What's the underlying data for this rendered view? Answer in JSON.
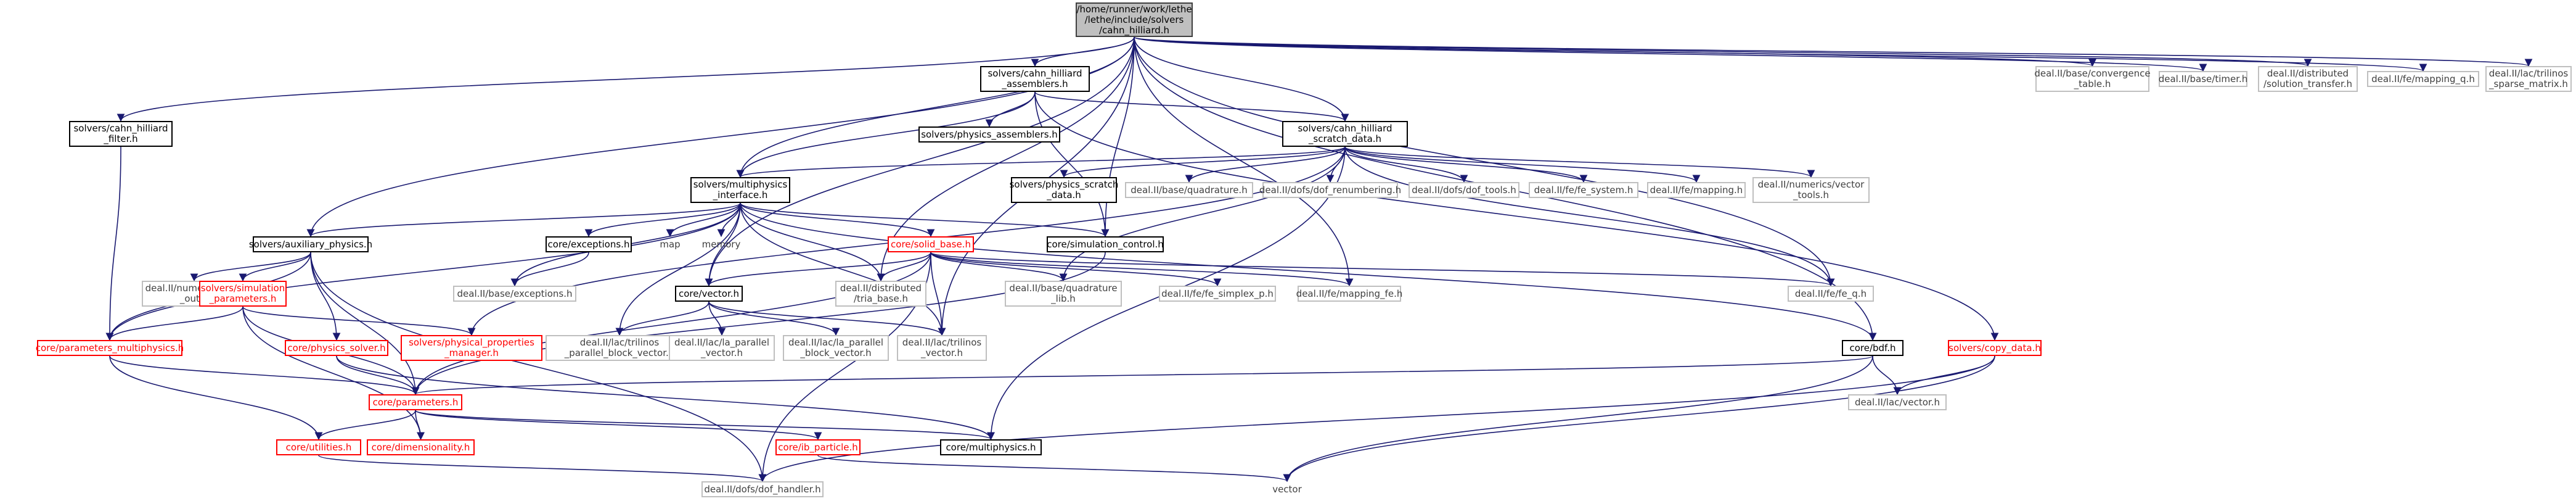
{
  "colors": {
    "edge": "#191970",
    "edge_grey": "#63b8ff",
    "node_border_link": "#000000",
    "node_border_unlinked": "#ff0000",
    "node_border_external": "#bfbfbf",
    "root_fill": "#bfbfbf"
  },
  "nodes": {
    "root": "/home/runner/work/lethe\n/lethe/include/solvers\n/cahn_hilliard.h",
    "ch_filter": "solvers/cahn_hilliard\n_filter.h",
    "ch_assemblers": "solvers/cahn_hilliard\n_assemblers.h",
    "ch_scratch": "solvers/cahn_hilliard\n_scratch_data.h",
    "physics_assemblers": "solvers/physics_assemblers.h",
    "convergence_table": "deal.II/base/convergence\n_table.h",
    "timer": "deal.II/base/timer.h",
    "solution_transfer": "deal.II/distributed\n/solution_transfer.h",
    "mapping_q": "deal.II/fe/mapping_q.h",
    "sparse_matrix": "deal.II/lac/trilinos\n_sparse_matrix.h",
    "multiphysics_interface": "solvers/multiphysics\n_interface.h",
    "physics_scratch": "solvers/physics_scratch\n_data.h",
    "quadrature": "deal.II/base/quadrature.h",
    "dof_renumbering": "deal.II/dofs/dof_renumbering.h",
    "dof_tools": "deal.II/dofs/dof_tools.h",
    "fe_system": "deal.II/fe/fe_system.h",
    "mapping": "deal.II/fe/mapping.h",
    "vector_tools": "deal.II/numerics/vector\n_tools.h",
    "auxiliary_physics": "solvers/auxiliary_physics.h",
    "exceptions": "core/exceptions.h",
    "map": "map",
    "memory": "memory",
    "solid_base": "core/solid_base.h",
    "simulation_control": "core/simulation_control.h",
    "data_out": "deal.II/numerics/data\n_out.h",
    "simulation_parameters": "solvers/simulation\n_parameters.h",
    "base_exceptions": "deal.II/base/exceptions.h",
    "core_vector": "core/vector.h",
    "tria_base": "deal.II/distributed\n/tria_base.h",
    "quadrature_lib": "deal.II/base/quadrature\n_lib.h",
    "fe_simplex_p": "deal.II/fe/fe_simplex_p.h",
    "mapping_fe": "deal.II/fe/mapping_fe.h",
    "fe_q": "deal.II/fe/fe_q.h",
    "copy_data": "solvers/copy_data.h",
    "bdf": "core/bdf.h",
    "parameters_multiphysics": "core/parameters_multiphysics.h",
    "physics_solver": "core/physics_solver.h",
    "physical_properties_manager": "solvers/physical_properties\n_manager.h",
    "parallel_block_vector": "deal.II/lac/trilinos\n_parallel_block_vector.h",
    "la_parallel_vector": "deal.II/lac/la_parallel\n_vector.h",
    "la_parallel_block_vector": "deal.II/lac/la_parallel\n_block_vector.h",
    "trilinos_vector": "deal.II/lac/trilinos\n_vector.h",
    "lac_vector": "deal.II/lac/vector.h",
    "parameters": "core/parameters.h",
    "utilities": "core/utilities.h",
    "dimensionality": "core/dimensionality.h",
    "ib_particle": "core/ib_particle.h",
    "multiphysics": "core/multiphysics.h",
    "dof_handler": "deal.II/dofs/dof_handler.h",
    "vector": "vector"
  }
}
